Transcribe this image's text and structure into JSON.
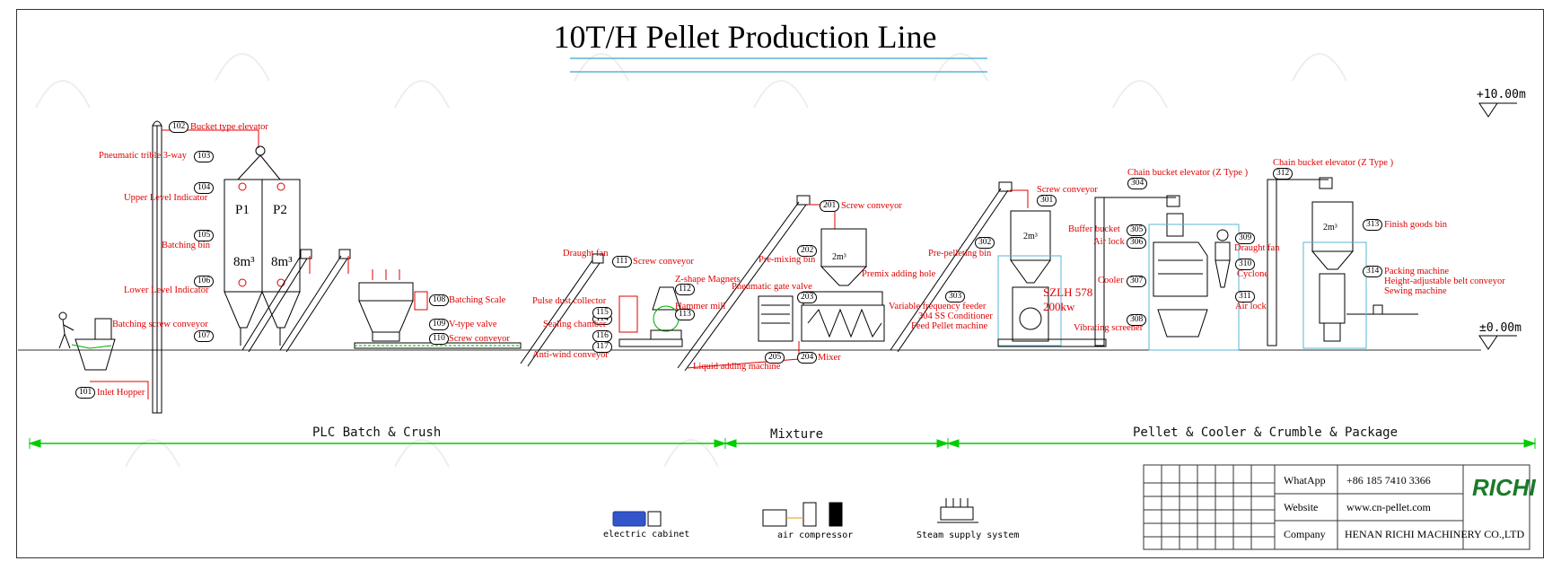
{
  "title": "10T/H Pellet Production Line",
  "levels": {
    "top": "+10.00m",
    "ground": "±0.00m"
  },
  "sections": [
    "PLC Batch & Crush",
    "Mixture",
    "Pellet & Cooler & Crumble & Package"
  ],
  "labels": {
    "l101": "Inlet Hopper",
    "n101": "101",
    "l102": "Bucket type elevator",
    "n102": "102",
    "l103": "Pneumatic trible 3-way",
    "n103": "103",
    "l104": "Upper Level Indicator",
    "n104": "104",
    "l105": "Batching bin",
    "n105": "105",
    "l106": "Lower Level Indicator",
    "n106": "106",
    "l107": "Batching screw conveyor",
    "n107": "107",
    "l108": "Batching Scale",
    "n108": "108",
    "l109": "V-type valve",
    "n109": "109",
    "l110": "Screw conveyor",
    "n110": "110",
    "l111": "Screw conveyor",
    "n111": "111",
    "l112": "Z-shape Magnets",
    "n112": "112",
    "l113": "Hammer mill",
    "n113": "113",
    "l114": "Draught fan",
    "n114": "114",
    "l115": "Pulse dust collector",
    "n115": "115",
    "l116": "Sealing chamber",
    "n116": "116",
    "l117": "Anti-wind conveyor",
    "n117": "117",
    "l201": "Screw conveyor",
    "n201": "201",
    "l202": "Pre-mixing bin",
    "n202": "202",
    "l203": "Pneumatic gate valve",
    "n203": "203",
    "l204": "Mixer",
    "n204": "204",
    "l205": "Liquid adding machine",
    "n205": "205",
    "premix": "Premix adding hole",
    "l301": "Screw conveyor",
    "n301": "301",
    "l302": "Pre-pelleting bin",
    "n302": "302",
    "l303a": "Variable frequency feeder",
    "l303b": "304 SS Conditioner",
    "l303c": "Feed Pellet machine",
    "n303": "303",
    "l304": "Chain bucket elevator (Z Type )",
    "n304": "304",
    "l305": "Buffer bucket",
    "n305": "305",
    "l306": "Air lock",
    "n306": "306",
    "l307": "Cooler",
    "n307": "307",
    "l308": "Vibrating screener",
    "n308": "308",
    "l309": "Draught fan",
    "n309": "309",
    "l310": "Cyclone",
    "n310": "310",
    "l311": "Air lock",
    "n311": "311",
    "l312": "Chain bucket elevator (Z Type )",
    "n312": "312",
    "l313": "Finish goods bin",
    "n313": "313",
    "l314a": "Packing machine",
    "l314b": "Height-adjustable belt conveyor",
    "l314c": "Sewing machine",
    "n314": "314"
  },
  "bins": {
    "p1": "P1",
    "p2": "P2",
    "vol": "8m³",
    "small": "2m³"
  },
  "pellet_model": {
    "model": "SZLH 578",
    "power": "200kw"
  },
  "equipment": [
    "electric cabinet",
    "air compressor",
    "Steam supply system"
  ],
  "info": {
    "whatapp_label": "WhatApp",
    "whatapp": "+86 185 7410 3366",
    "website_label": "Website",
    "website": "www.cn-pellet.com",
    "company_label": "Company",
    "company": "HENAN RICHI MACHINERY CO.,LTD",
    "logo": "RICHI"
  },
  "colors": {
    "annotation": "#e00000",
    "dimension": "#00cc00",
    "structure": "#5ab4d6"
  }
}
